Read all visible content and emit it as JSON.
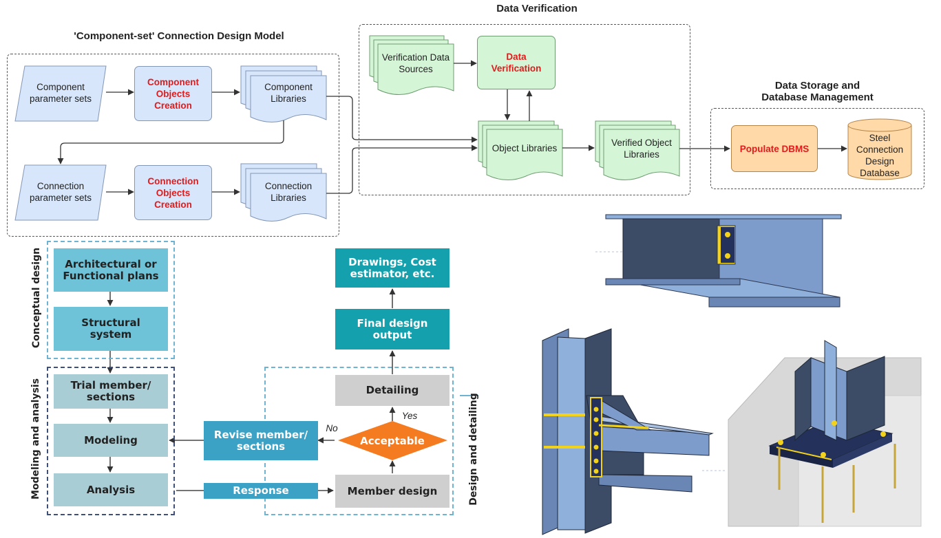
{
  "titles": {
    "component_set_model": "'Component-set' Connection Design Model",
    "data_verification": "Data Verification",
    "data_storage_line1": "Data Storage and",
    "data_storage_line2": "Database Management"
  },
  "component_model": {
    "component_params": [
      "Component",
      "parameter sets"
    ],
    "component_creation": [
      "Component",
      "Objects",
      "Creation"
    ],
    "component_libraries": [
      "Component",
      "Libraries"
    ],
    "connection_params": [
      "Connection",
      "parameter sets"
    ],
    "connection_creation": [
      "Connection",
      "Objects",
      "Creation"
    ],
    "connection_libraries": [
      "Connection",
      "Libraries"
    ]
  },
  "verification": {
    "sources": [
      "Verification Data",
      "Sources"
    ],
    "process": [
      "Data",
      "Verification"
    ],
    "object_libraries": "Object Libraries",
    "verified_libraries": [
      "Verified Object",
      "Libraries"
    ]
  },
  "storage": {
    "populate": "Populate DBMS",
    "database": [
      "Steel",
      "Connection",
      "Design",
      "Database"
    ]
  },
  "process_flow": {
    "stage_conceptual": "Conceptual design",
    "stage_modeling": "Modeling and analysis",
    "stage_design": "Design and detailing",
    "architectural": [
      "Architectural or",
      "Functional plans"
    ],
    "structural": [
      "Structural",
      "system"
    ],
    "trial": [
      "Trial member/",
      "sections"
    ],
    "modeling": "Modeling",
    "analysis": "Analysis",
    "response": "Response",
    "member_design": "Member design",
    "acceptable": "Acceptable",
    "revise": [
      "Revise member/",
      "sections"
    ],
    "detailing": "Detailing",
    "final_output": [
      "Final design",
      "output"
    ],
    "drawings": [
      "Drawings, Cost",
      "estimator, etc."
    ],
    "yes_label": "Yes",
    "no_label": "No"
  },
  "colors": {
    "blue_box": "#d7e6fb",
    "green_box": "#d5f5d7",
    "orange_box": "#ffd9a8",
    "red_text": "#e01b1b",
    "teal_dark": "#14a0ac",
    "teal_mid": "#3ba2c6",
    "teal_light": "#6ec3d8",
    "gray_box": "#a9cdd5",
    "decision": "#f47b20",
    "steel_blue": "#7e9ccb",
    "steel_dark": "#3c4b66",
    "weld_yellow": "#f2d21b"
  }
}
